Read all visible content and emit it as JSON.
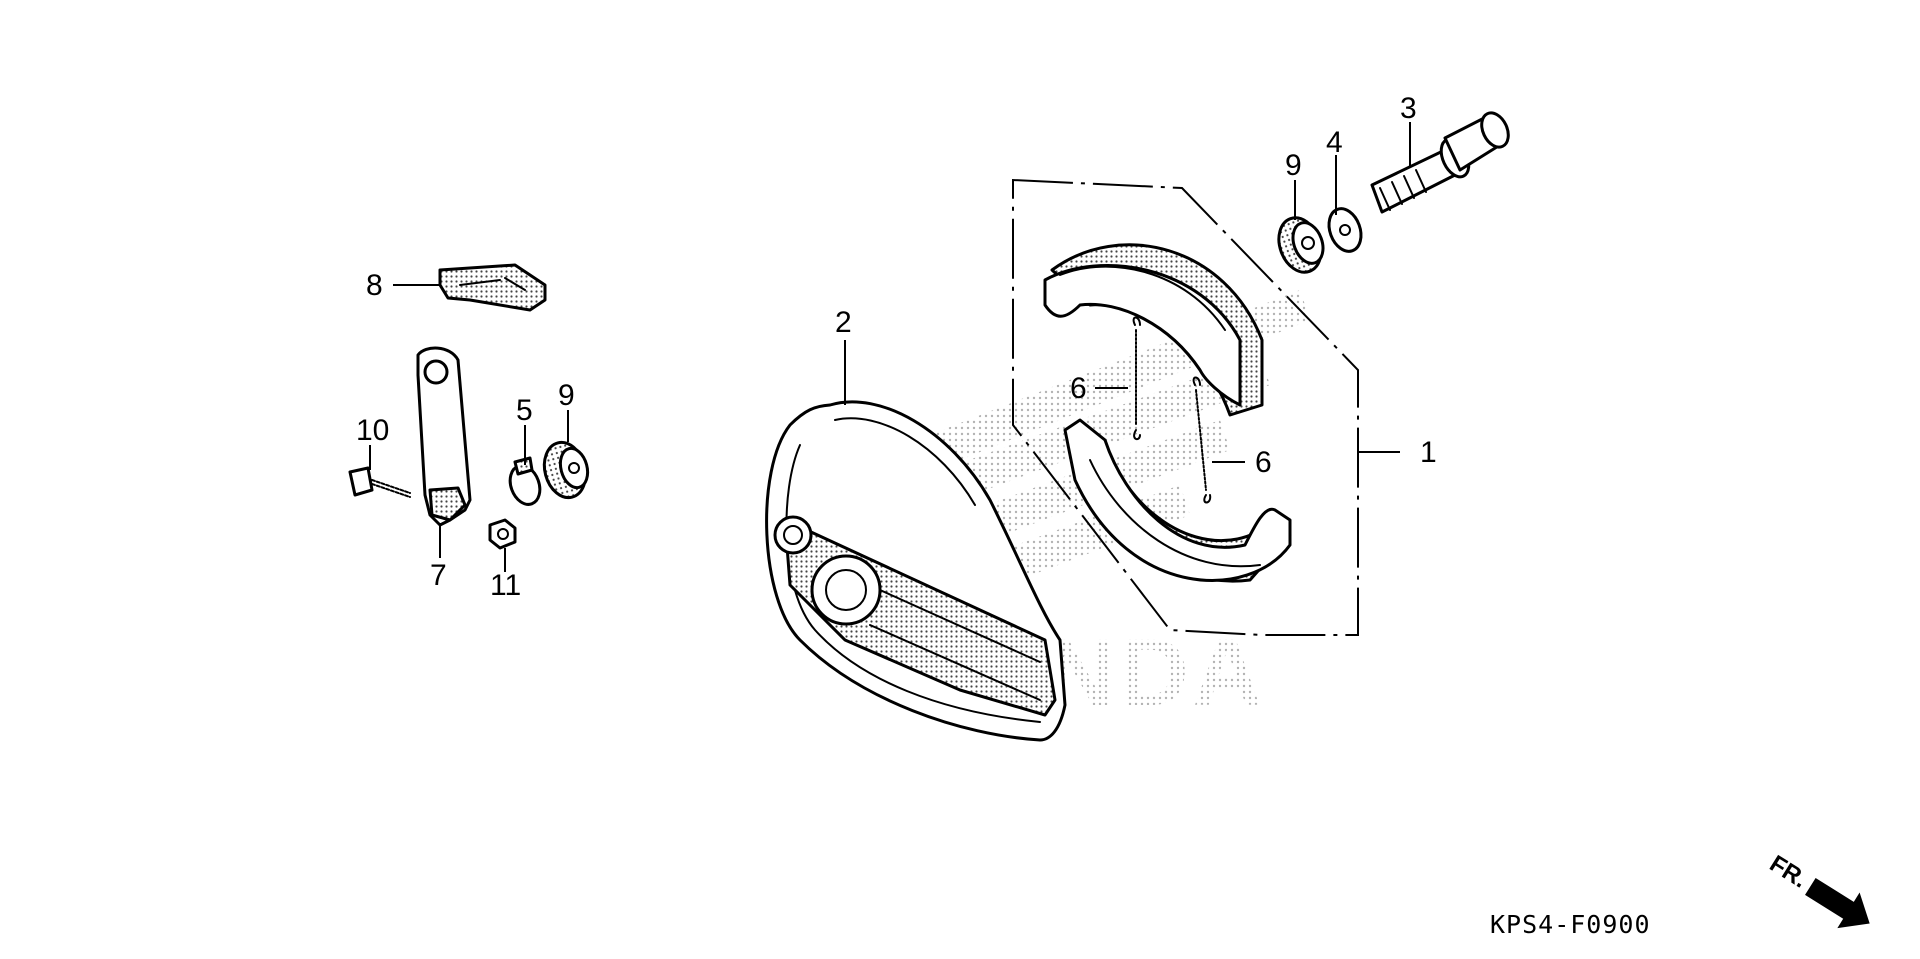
{
  "diagram": {
    "code": "KPS4-F0900",
    "direction_label": "FR.",
    "watermark_text": "HONDA",
    "callouts": [
      {
        "id": "c1",
        "text": "1"
      },
      {
        "id": "c2",
        "text": "2"
      },
      {
        "id": "c3",
        "text": "3"
      },
      {
        "id": "c4",
        "text": "4"
      },
      {
        "id": "c5",
        "text": "5"
      },
      {
        "id": "c6a",
        "text": "6"
      },
      {
        "id": "c6b",
        "text": "6"
      },
      {
        "id": "c7",
        "text": "7"
      },
      {
        "id": "c8",
        "text": "8"
      },
      {
        "id": "c9a",
        "text": "9"
      },
      {
        "id": "c9b",
        "text": "9"
      },
      {
        "id": "c10",
        "text": "10"
      },
      {
        "id": "c11",
        "text": "11"
      }
    ]
  }
}
